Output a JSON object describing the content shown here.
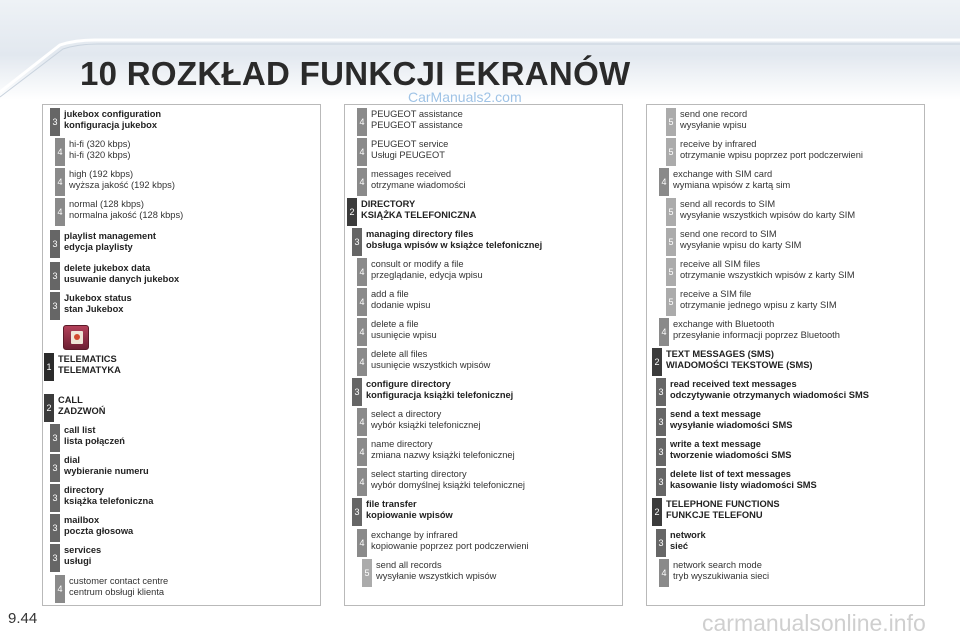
{
  "header": {
    "title": "10 ROZKŁAD FUNKCJI EKRANÓW",
    "watermark_top": "CarManuals2.com"
  },
  "footer": {
    "page_number": "9.44",
    "watermark_bottom": "carmanualsonline.info"
  },
  "columns": [
    {
      "entries": [
        {
          "level": "3",
          "lines": [
            "jukebox configuration",
            "konfiguracja jukebox"
          ],
          "bold": true
        },
        {
          "level": "4",
          "lines": [
            "hi-fi (320 kbps)",
            "hi-fi (320 kbps)"
          ],
          "bold": false
        },
        {
          "level": "4",
          "lines": [
            "high (192 kbps)",
            "wyższa jakość (192 kbps)"
          ],
          "bold": false
        },
        {
          "level": "4",
          "lines": [
            "normal (128 kbps)",
            "normalna jakość (128 kbps)"
          ],
          "bold": false
        },
        {
          "level": "3",
          "lines": [
            "playlist management",
            "edycja playlisty"
          ],
          "bold": true
        },
        {
          "level": "3",
          "lines": [
            "delete jukebox data",
            "usuwanie danych jukebox"
          ],
          "bold": true
        },
        {
          "level": "3",
          "lines": [
            "Jukebox status",
            "stan Jukebox"
          ],
          "bold": true
        },
        {
          "level": "1",
          "lines": [
            "TELEMATICS",
            "TELEMATYKA"
          ],
          "bold": true
        },
        {
          "level": "2",
          "lines": [
            "CALL",
            "ZADZWOŃ"
          ],
          "bold": true
        },
        {
          "level": "3",
          "lines": [
            "call list",
            "lista połączeń"
          ],
          "bold": true
        },
        {
          "level": "3",
          "lines": [
            "dial",
            "wybieranie numeru"
          ],
          "bold": true
        },
        {
          "level": "3",
          "lines": [
            "directory",
            "książka telefoniczna"
          ],
          "bold": true
        },
        {
          "level": "3",
          "lines": [
            "mailbox",
            "poczta głosowa"
          ],
          "bold": true
        },
        {
          "level": "3",
          "lines": [
            "services",
            "usługi"
          ],
          "bold": true
        },
        {
          "level": "4",
          "lines": [
            "customer contact centre",
            "centrum obsługi klienta"
          ],
          "bold": false
        }
      ]
    },
    {
      "entries": [
        {
          "level": "4",
          "lines": [
            "PEUGEOT assistance",
            "PEUGEOT assistance"
          ],
          "bold": false
        },
        {
          "level": "4",
          "lines": [
            "PEUGEOT service",
            "Usługi PEUGEOT"
          ],
          "bold": false
        },
        {
          "level": "4",
          "lines": [
            "messages received",
            "otrzymane wiadomości"
          ],
          "bold": false
        },
        {
          "level": "2",
          "lines": [
            "DIRECTORY",
            "KSIĄŻKA TELEFONICZNA"
          ],
          "bold": true
        },
        {
          "level": "3",
          "lines": [
            "managing directory files",
            "obsługa wpisów w książce telefonicznej"
          ],
          "bold": true
        },
        {
          "level": "4",
          "lines": [
            "consult or modify a file",
            "przeglądanie, edycja wpisu"
          ],
          "bold": false
        },
        {
          "level": "4",
          "lines": [
            "add a file",
            "dodanie wpisu"
          ],
          "bold": false
        },
        {
          "level": "4",
          "lines": [
            "delete a file",
            "usunięcie wpisu"
          ],
          "bold": false
        },
        {
          "level": "4",
          "lines": [
            "delete all files",
            "usunięcie wszystkich wpisów"
          ],
          "bold": false
        },
        {
          "level": "3",
          "lines": [
            "configure directory",
            "konfiguracja książki telefonicznej"
          ],
          "bold": true
        },
        {
          "level": "4",
          "lines": [
            "select a directory",
            "wybór książki telefonicznej"
          ],
          "bold": false
        },
        {
          "level": "4",
          "lines": [
            "name directory",
            "zmiana nazwy książki telefonicznej"
          ],
          "bold": false
        },
        {
          "level": "4",
          "lines": [
            "select starting directory",
            "wybór domyślnej książki telefonicznej"
          ],
          "bold": false
        },
        {
          "level": "3",
          "lines": [
            "file transfer",
            "kopiowanie wpisów"
          ],
          "bold": true
        },
        {
          "level": "4",
          "lines": [
            "exchange by infrared",
            "kopiowanie poprzez port podczerwieni"
          ],
          "bold": false
        },
        {
          "level": "5",
          "lines": [
            "send all records",
            "wysyłanie wszystkich wpisów"
          ],
          "bold": false
        }
      ]
    },
    {
      "entries": [
        {
          "level": "5",
          "lines": [
            "send one record",
            "wysyłanie wpisu"
          ],
          "bold": false
        },
        {
          "level": "5",
          "lines": [
            "receive by infrared",
            "otrzymanie wpisu poprzez port podczerwieni"
          ],
          "bold": false
        },
        {
          "level": "4",
          "lines": [
            "exchange with SIM card",
            "wymiana wpisów z kartą sim"
          ],
          "bold": false
        },
        {
          "level": "5",
          "lines": [
            "send all records to SIM",
            "wysyłanie wszystkich wpisów do karty SIM"
          ],
          "bold": false
        },
        {
          "level": "5",
          "lines": [
            "send one record to SIM",
            "wysyłanie wpisu do karty SIM"
          ],
          "bold": false
        },
        {
          "level": "5",
          "lines": [
            "receive all SIM files",
            "otrzymanie wszystkich wpisów z karty SIM"
          ],
          "bold": false
        },
        {
          "level": "5",
          "lines": [
            "receive a SIM file",
            "otrzymanie jednego wpisu z karty SIM"
          ],
          "bold": false
        },
        {
          "level": "4",
          "lines": [
            "exchange with Bluetooth",
            "przesyłanie informacji poprzez Bluetooth"
          ],
          "bold": false
        },
        {
          "level": "2",
          "lines": [
            "TEXT MESSAGES (SMS)",
            "WIADOMOŚCI TEKSTOWE (SMS)"
          ],
          "bold": true
        },
        {
          "level": "3",
          "lines": [
            "read received text messages",
            "odczytywanie otrzymanych wiadomości SMS"
          ],
          "bold": true
        },
        {
          "level": "3",
          "lines": [
            "send a text message",
            "wysyłanie wiadomości SMS"
          ],
          "bold": true
        },
        {
          "level": "3",
          "lines": [
            "write a text message",
            "tworzenie wiadomości SMS"
          ],
          "bold": true
        },
        {
          "level": "3",
          "lines": [
            "delete list of text messages",
            "kasowanie listy wiadomości SMS"
          ],
          "bold": true
        },
        {
          "level": "2",
          "lines": [
            "TELEPHONE FUNCTIONS",
            "FUNKCJE TELEFONU"
          ],
          "bold": true
        },
        {
          "level": "3",
          "lines": [
            "network",
            "sieć"
          ],
          "bold": true
        },
        {
          "level": "4",
          "lines": [
            "network search mode",
            "tryb wyszukiwania sieci"
          ],
          "bold": false
        }
      ]
    }
  ]
}
